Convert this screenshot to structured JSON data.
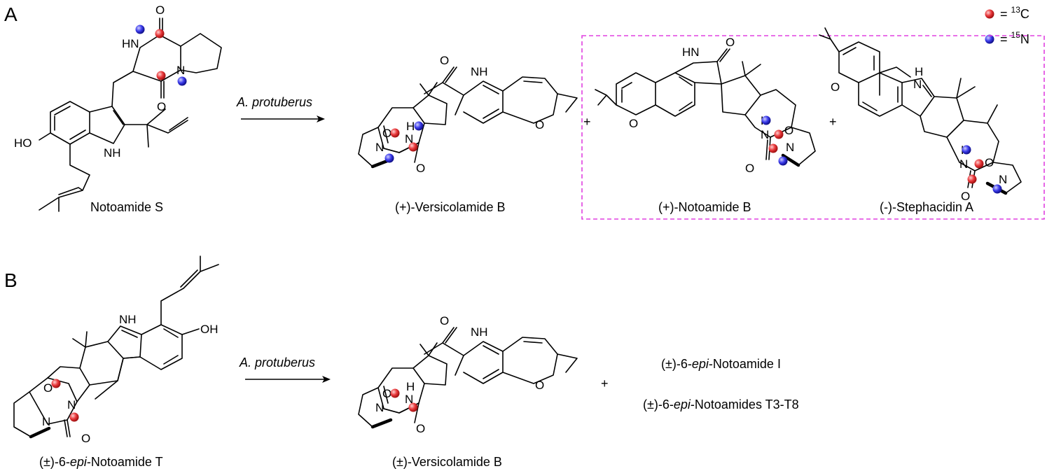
{
  "panels": {
    "a": "A",
    "b": "B"
  },
  "legend": {
    "c13_eq": "= ",
    "c13_sup": "13",
    "c13_el": "C",
    "n15_eq": "= ",
    "n15_sup": "15",
    "n15_el": "N"
  },
  "colors": {
    "c13": "#e8373a",
    "n15": "#3a3aea",
    "box": "#e040e0"
  },
  "reagent": "A. protuberus",
  "plus": "+",
  "row_a": {
    "start": "Notoamide S",
    "p1": "(+)-Versicolamide B",
    "p2": "(+)-Notoamide B",
    "p3": "(-)-Stephacidin A"
  },
  "row_b": {
    "start_pre": "(±)-6-",
    "start_it": "epi",
    "start_post": "-Notoamide T",
    "p1": "(±)-Versicolamide B",
    "list1_pre": "(±)-6-",
    "list1_it": "epi",
    "list1_post": "-Notoamide I",
    "list2_pre": "(±)-6-",
    "list2_it": "epi",
    "list2_post": "-Notoamides T3-T8"
  },
  "atoms": {
    "O": "O",
    "N": "N",
    "H": "H",
    "NH": "NH",
    "HN": "HN",
    "HO": "HO",
    "OH": "OH"
  }
}
